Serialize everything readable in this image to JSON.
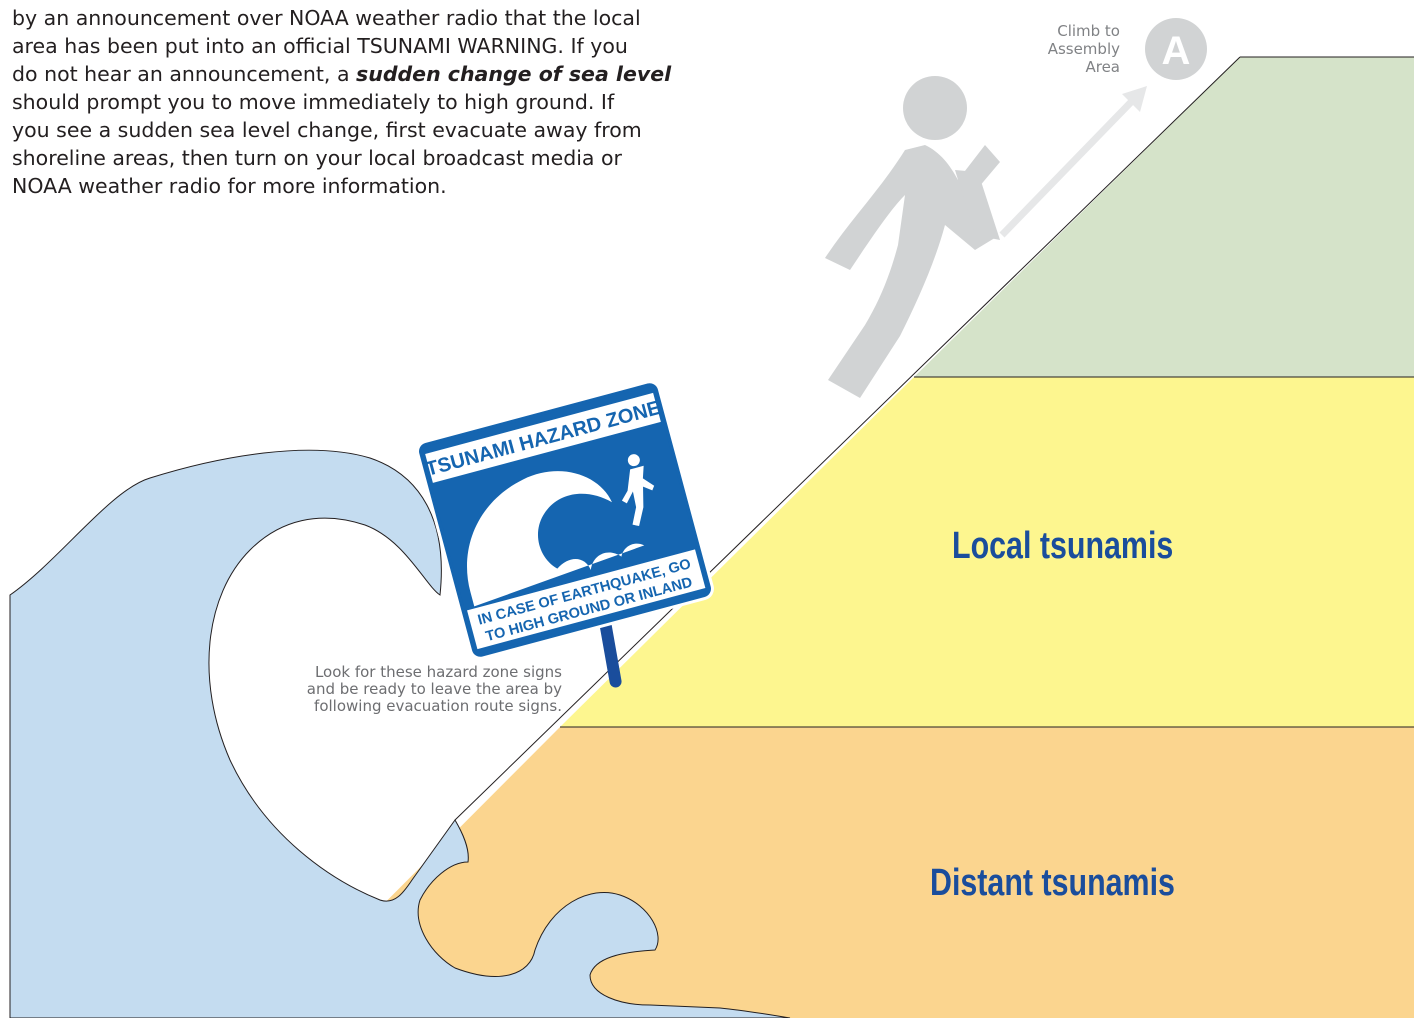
{
  "intro": {
    "line1": "by an announcement over NOAA weather radio that the local",
    "line2": "area has been put into an official TSUNAMI WARNING. If you",
    "line3_before": "do not hear an announcement, a ",
    "line3_emphasis": "sudden change of sea level",
    "line4": "should prompt you to move immediately to high ground. If",
    "line5": "you see a sudden sea level change, first evacuate away from",
    "line6": "shoreline areas, then turn on your local broadcast media or",
    "line7": "NOAA weather radio for more information."
  },
  "assembly": {
    "line1": "Climb to",
    "line2": "Assembly",
    "line3": "Area",
    "badge_letter": "A"
  },
  "sign": {
    "title": "TSUNAMI HAZARD ZONE",
    "line1": "IN CASE OF EARTHQUAKE, GO",
    "line2": "TO HIGH GROUND OR INLAND"
  },
  "caption": {
    "line1": "Look for these hazard zone signs",
    "line2": "and be ready to leave the area by",
    "line3": "following evacuation route signs."
  },
  "zones": {
    "local": "Local tsunamis",
    "distant": "Distant tsunamis"
  },
  "colors": {
    "high_ground": "#d5e3c9",
    "local_zone": "#fdf68f",
    "distant_zone": "#fbd58f",
    "wave": "#c4dcf0",
    "sign_blue": "#1565b0",
    "label_blue": "#1a4d9c",
    "figure_gray": "#d1d3d4"
  }
}
